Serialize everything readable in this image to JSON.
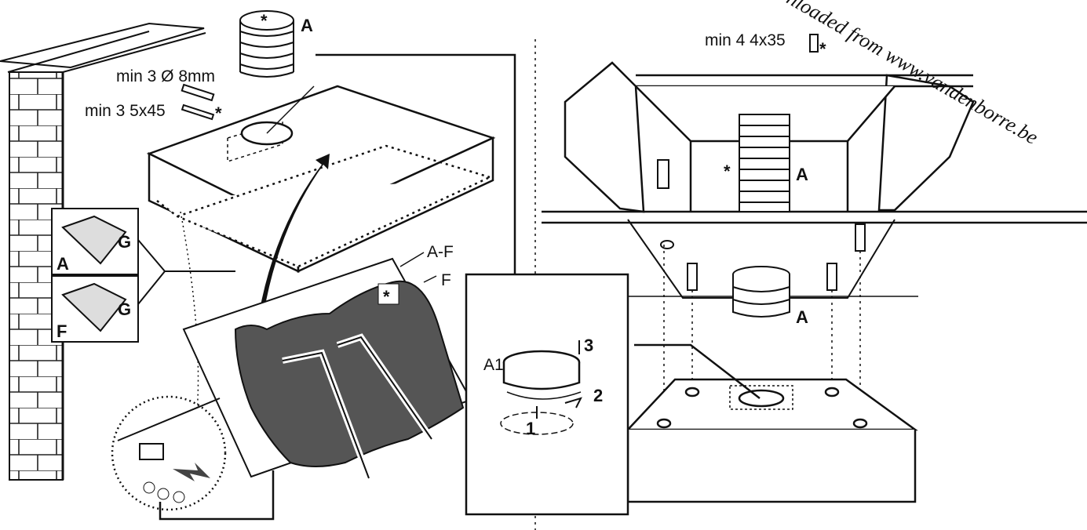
{
  "labels": {
    "duct_top": "A",
    "plugs": "min 3 Ø 8mm",
    "screws_left": "min 3 5x45",
    "star_duct_left": "*",
    "star_screws_left": "*",
    "star_filter": "*",
    "inset_a_letter": "A",
    "inset_a_g": "G",
    "inset_f_letter": "F",
    "inset_f_g": "G",
    "filter_af": "A-F",
    "filter_f": "F",
    "screws_right": "min 4 4x35",
    "star_screws_right": "*",
    "star_duct_right": "*",
    "duct_right_upper": "A",
    "duct_right_lower": "A",
    "flange_a1": "A1",
    "step_1": "1",
    "step_2": "2",
    "step_3": "3"
  },
  "watermark": "Downloaded from www.vandenborre.be",
  "colors": {
    "line": "#111111",
    "filter": "#555555",
    "paper": "#ffffff"
  }
}
